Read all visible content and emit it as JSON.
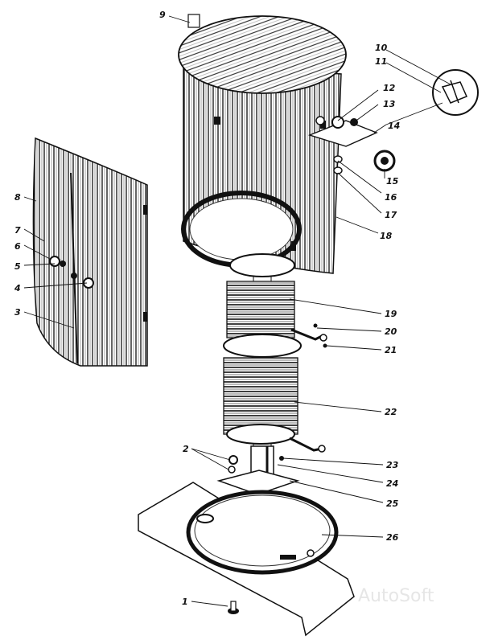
{
  "watermark": "AutoSoft",
  "callouts": [
    "9",
    "10",
    "11",
    "12",
    "13",
    "14",
    "15",
    "16",
    "17",
    "18",
    "8",
    "7",
    "6",
    "5",
    "4",
    "3",
    "19",
    "20",
    "21",
    "22",
    "2",
    "23",
    "24",
    "25",
    "26",
    "1"
  ]
}
